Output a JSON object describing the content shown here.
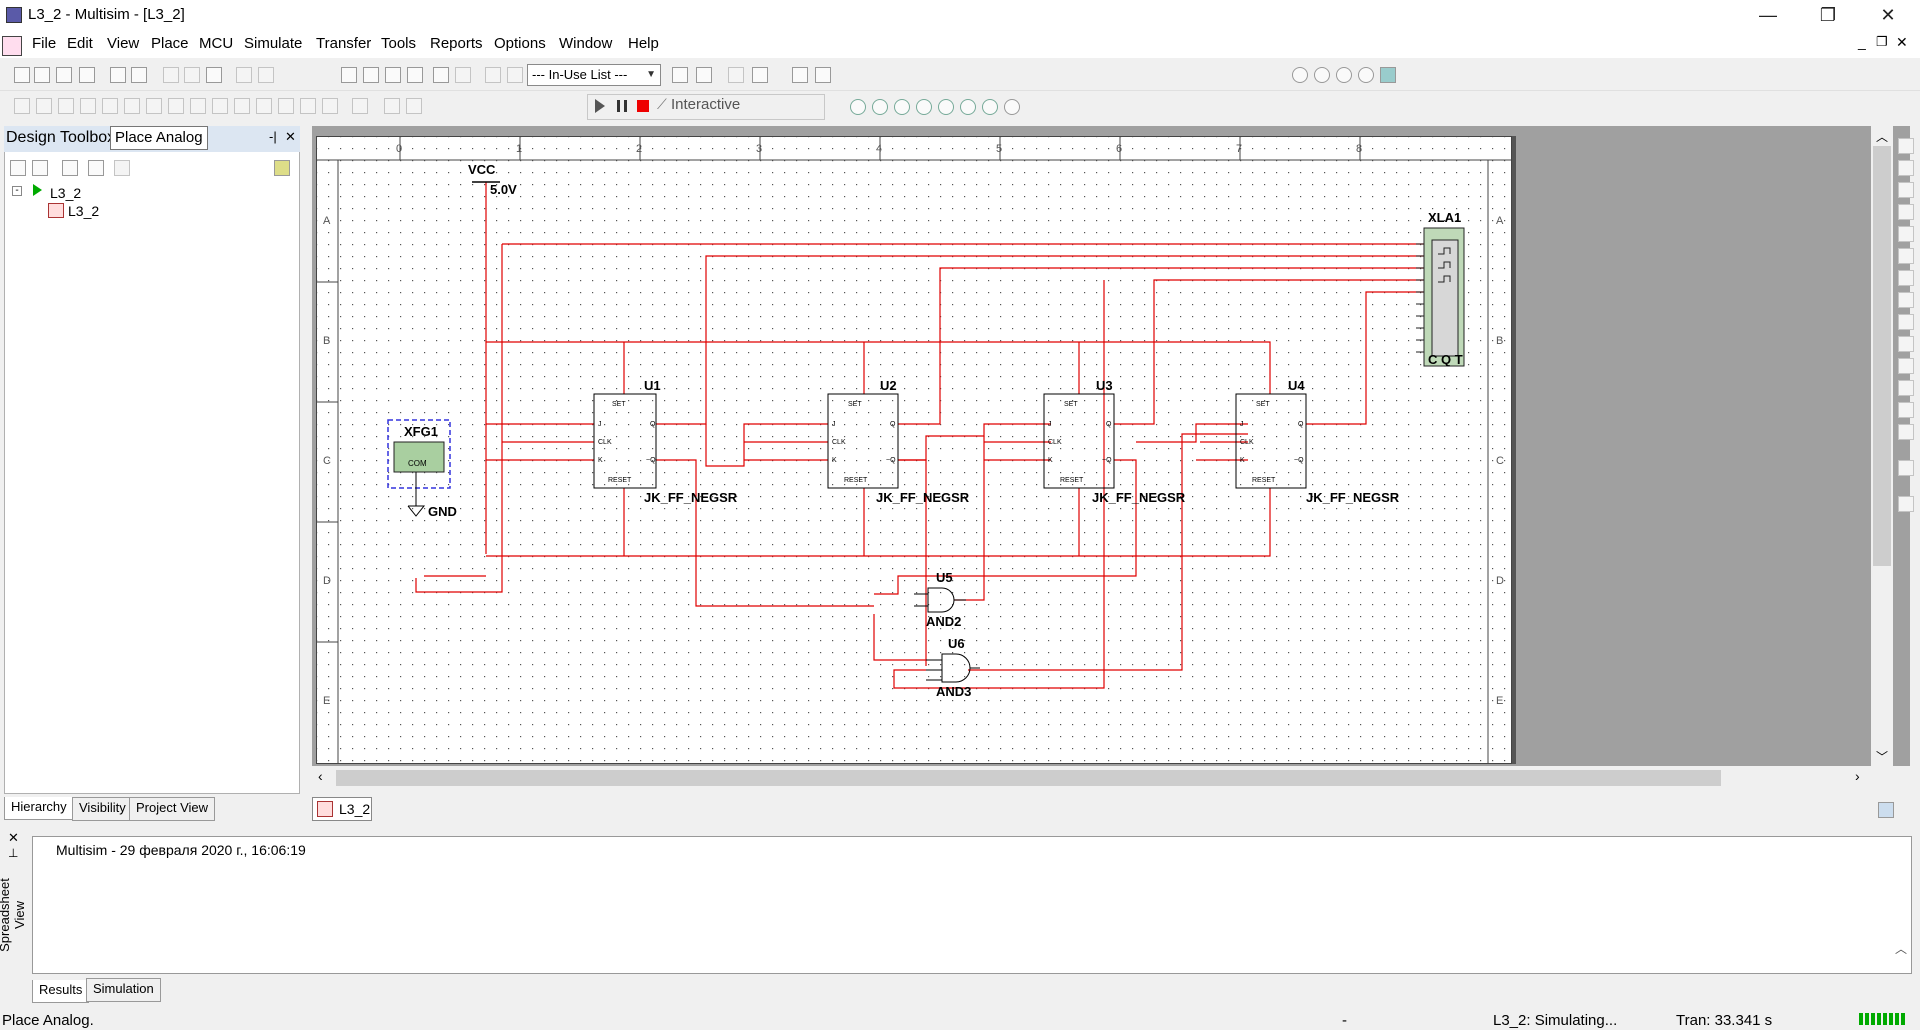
{
  "window": {
    "title": "L3_2 - Multisim - [L3_2]",
    "controls": [
      "—",
      "❐",
      "✕"
    ]
  },
  "menu": [
    "File",
    "Edit",
    "View",
    "Place",
    "MCU",
    "Simulate",
    "Transfer",
    "Tools",
    "Reports",
    "Options",
    "Window",
    "Help"
  ],
  "toolbar": {
    "inuse_list": "--- In-Use List ---",
    "interactive": "Interactive"
  },
  "toolbox": {
    "title": "Design Toolbox",
    "tooltip": "Place Analog",
    "tree_root": "L3_2",
    "tree_child": "L3_2",
    "tabs": [
      "Hierarchy",
      "Visibility",
      "Project View"
    ]
  },
  "document_tab": "L3_2",
  "schematic": {
    "column_labels": [
      "0",
      "1",
      "2",
      "3",
      "4",
      "5",
      "6",
      "7",
      "8"
    ],
    "row_labels": [
      "A",
      "B",
      "C",
      "D",
      "E"
    ],
    "vcc": "VCC",
    "vcc_value": "5.0V",
    "gnd": "GND",
    "function_generator": "XFG1",
    "logic_analyzer": "XLA1",
    "logic_analyzer_pins": "C Q T",
    "flipflops": [
      {
        "ref": "U1",
        "model": "JK_FF_NEGSR"
      },
      {
        "ref": "U2",
        "model": "JK_FF_NEGSR"
      },
      {
        "ref": "U3",
        "model": "JK_FF_NEGSR"
      },
      {
        "ref": "U4",
        "model": "JK_FF_NEGSR"
      }
    ],
    "gates": [
      {
        "ref": "U5",
        "model": "AND2"
      },
      {
        "ref": "U6",
        "model": "AND3"
      }
    ],
    "wire_color": "#e00000"
  },
  "spreadsheet": {
    "label": "Spreadsheet View",
    "log_line": "Multisim  -  29 февраля 2020 г., 16:06:19",
    "tabs": [
      "Results",
      "Simulation"
    ]
  },
  "status": {
    "left": "Place Analog.",
    "dash": "-",
    "simulating": "L3_2: Simulating...",
    "tran": "Tran: 33.341 s"
  }
}
